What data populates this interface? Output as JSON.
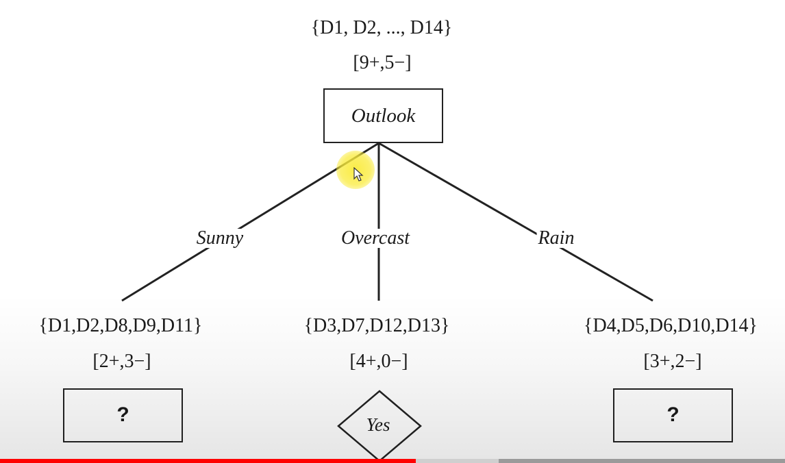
{
  "root": {
    "set_label": "{D1, D2, ..., D14}",
    "counts": "[9+,5−]",
    "attribute": "Outlook"
  },
  "branches": {
    "sunny": {
      "edge_label": "Sunny",
      "set_label": "{D1,D2,D8,D9,D11}",
      "counts": "[2+,3−]",
      "node_label": "?"
    },
    "overcast": {
      "edge_label": "Overcast",
      "set_label": "{D3,D7,D12,D13}",
      "counts": "[4+,0−]",
      "node_label": "Yes"
    },
    "rain": {
      "edge_label": "Rain",
      "set_label": "{D4,D5,D6,D10,D14}",
      "counts": "[3+,2−]",
      "node_label": "?"
    }
  },
  "video_progress": {
    "played_fraction": 0.53,
    "buffered_fraction": 0.635,
    "played_color": "#ff0000"
  }
}
